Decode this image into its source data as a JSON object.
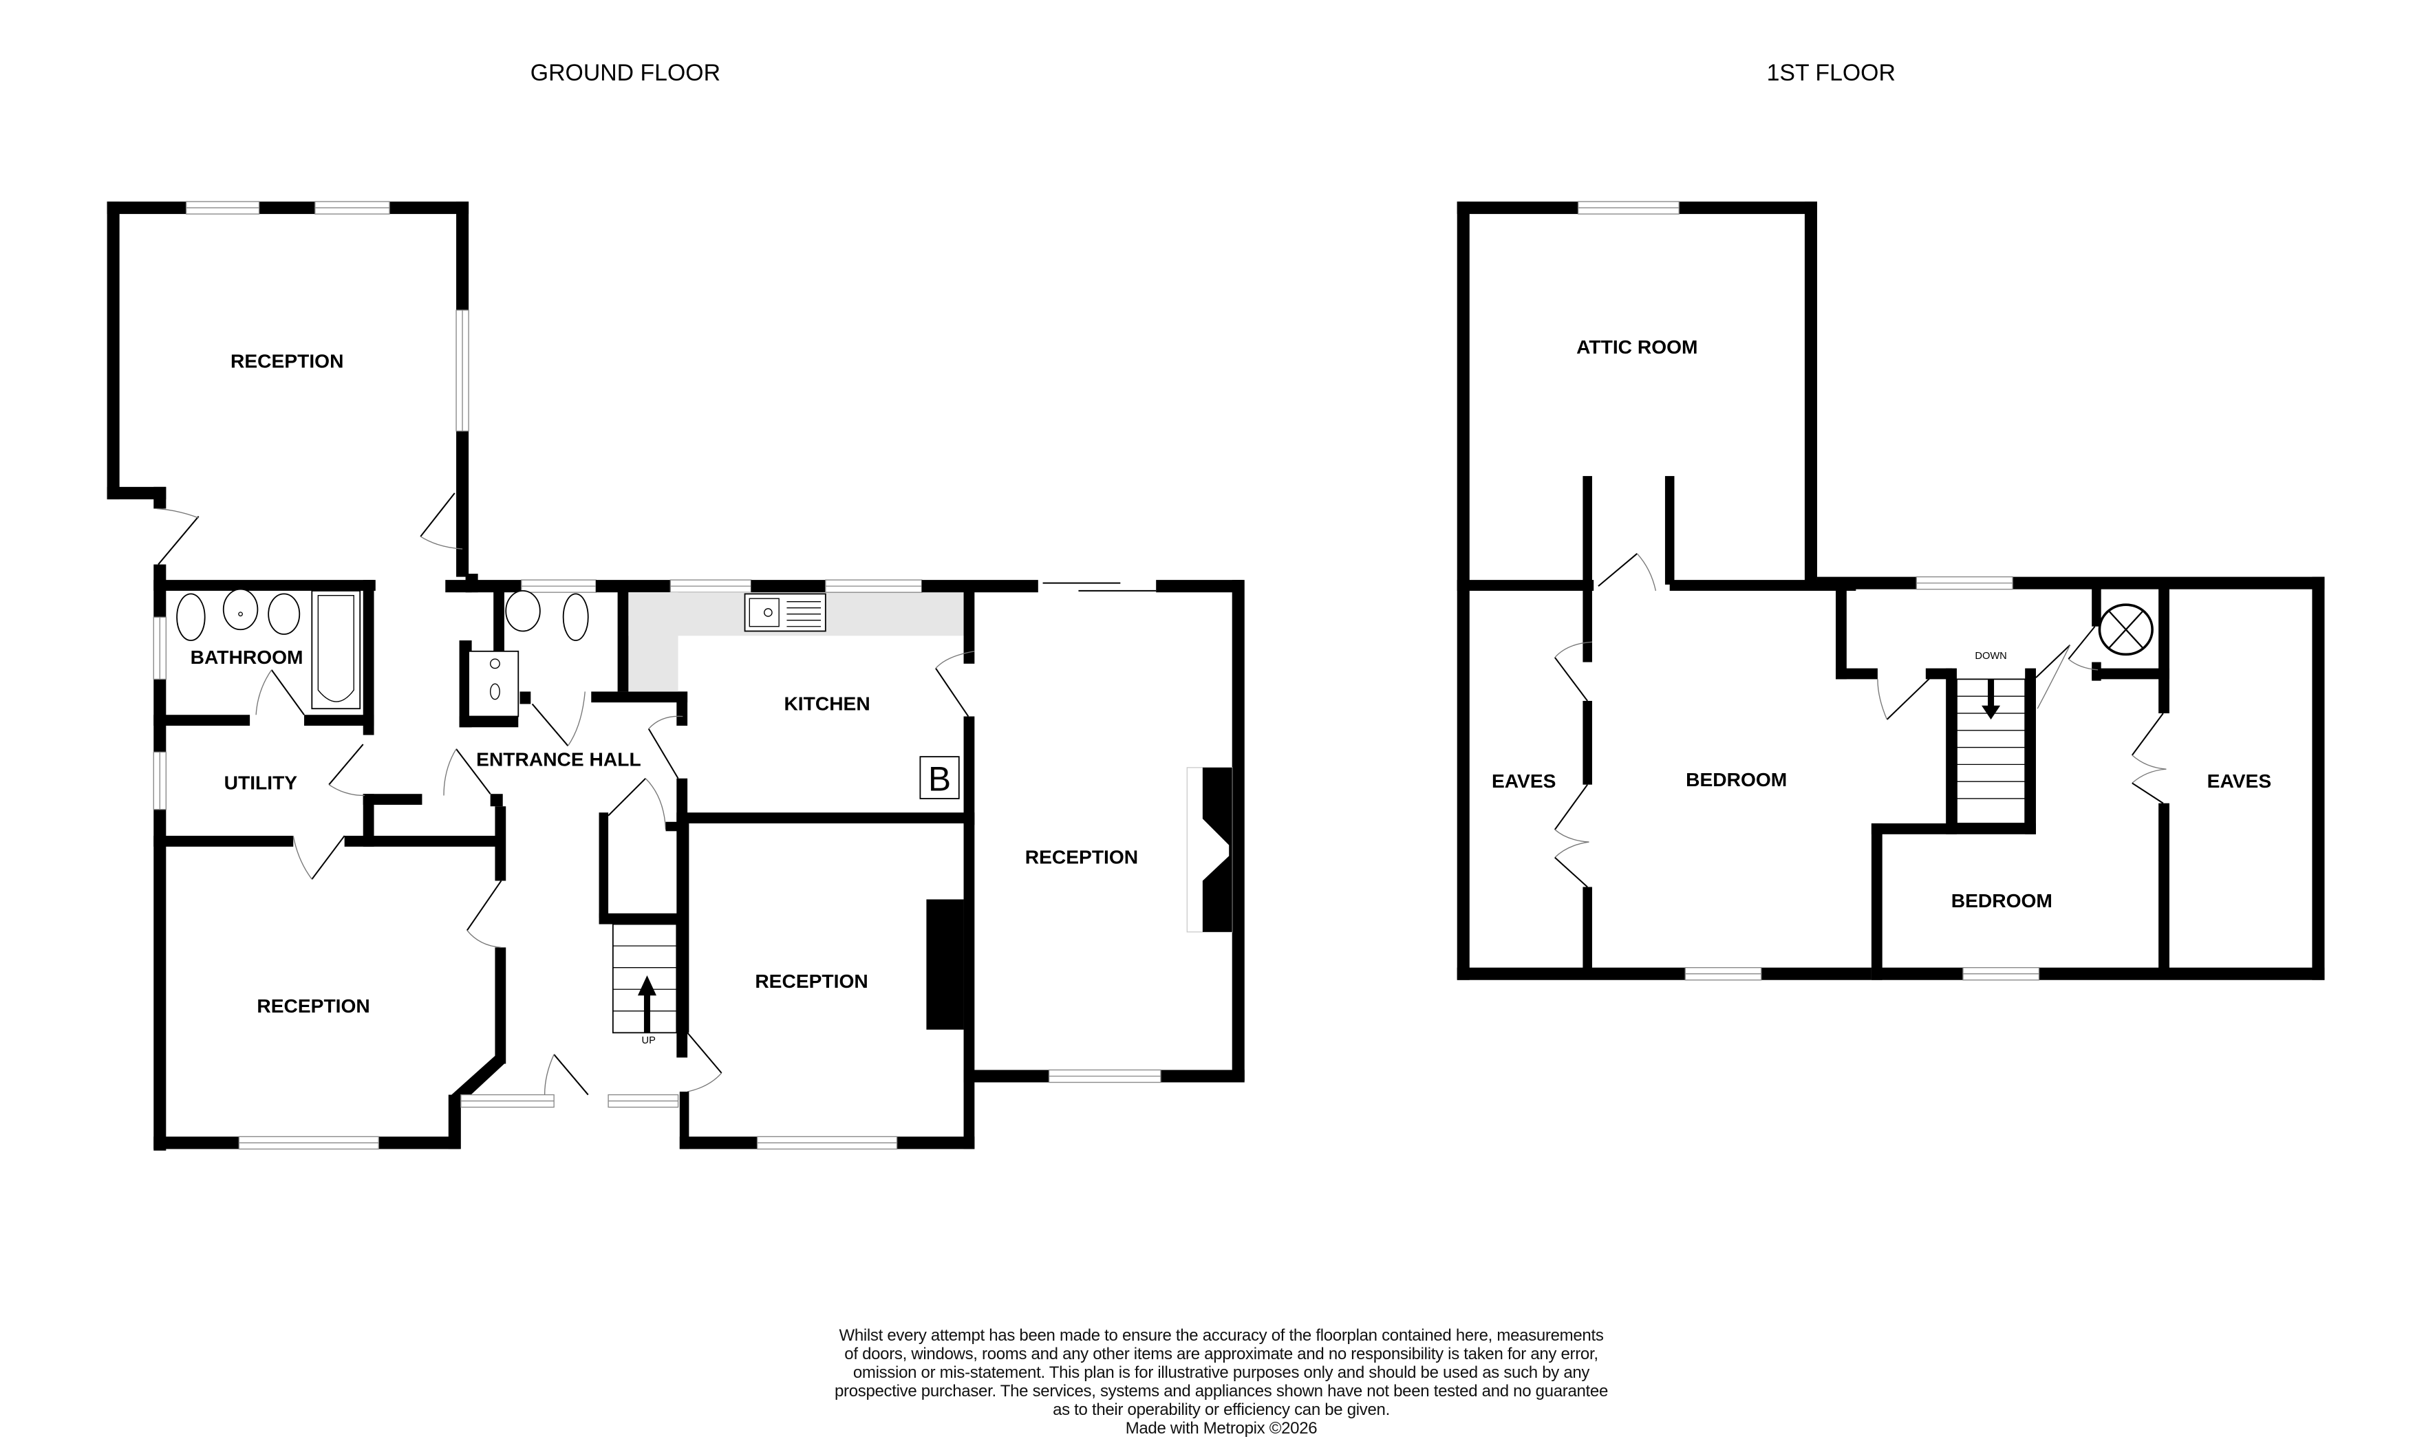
{
  "floors": [
    {
      "title": "GROUND FLOOR",
      "rooms": [
        {
          "label": "RECEPTION"
        },
        {
          "label": "BATHROOM"
        },
        {
          "label": "UTILITY"
        },
        {
          "label": "RECEPTION"
        },
        {
          "label": "ENTRANCE HALL"
        },
        {
          "label": "KITCHEN"
        },
        {
          "label": "RECEPTION"
        },
        {
          "label": "RECEPTION"
        }
      ],
      "stair_label": "UP",
      "boiler_label": "B"
    },
    {
      "title": "1ST FLOOR",
      "rooms": [
        {
          "label": "ATTIC ROOM"
        },
        {
          "label": "EAVES"
        },
        {
          "label": "BEDROOM"
        },
        {
          "label": "BEDROOM"
        },
        {
          "label": "EAVES"
        }
      ],
      "stair_label": "DOWN"
    }
  ],
  "disclaimer": {
    "lines": [
      "Whilst every attempt has been made to ensure the accuracy of the floorplan contained here, measurements",
      "of doors, windows, rooms and any other items are approximate and no responsibility is taken for any error,",
      "omission or mis-statement. This plan is for illustrative purposes only and should be used as such by any",
      "prospective purchaser. The services, systems and appliances shown have not been tested and no guarantee",
      "as to their operability or efficiency can be given."
    ],
    "credit": "Made with Metropix ©2026"
  },
  "colors": {
    "wall": "#000000",
    "counter": "#e6e6e6",
    "background": "#ffffff"
  }
}
